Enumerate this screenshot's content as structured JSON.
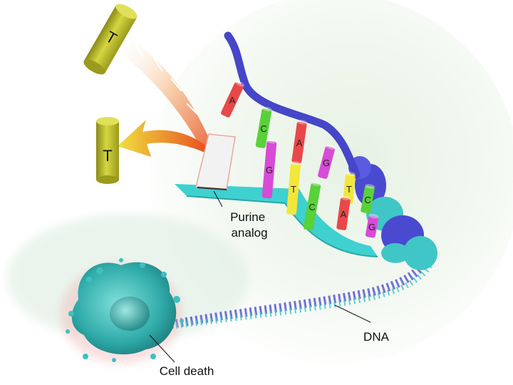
{
  "labels": {
    "purine_analog": [
      "Purine",
      "analog"
    ],
    "dna": "DNA",
    "cell_death": "Cell death"
  },
  "thymine_top": {
    "letter": "T",
    "color": "#c8c832"
  },
  "thymine_left": {
    "letter": "T",
    "color": "#c8c832"
  },
  "base_colors": {
    "A": "#e8484a",
    "C": "#59d13a",
    "G": "#d84bd6",
    "T": "#f2e63a"
  },
  "upper_strand_bases": [
    "A",
    "C",
    "A",
    "G",
    "T",
    "C"
  ],
  "lower_strand_bases": [
    "G",
    "T",
    "C",
    "A",
    "G"
  ],
  "colors": {
    "upper_backbone": "#4646c8",
    "lower_backbone": "#3fd0d0",
    "cell": "#3fbfbf",
    "arrow_start": "#f0e040",
    "arrow_end": "#e85020"
  }
}
